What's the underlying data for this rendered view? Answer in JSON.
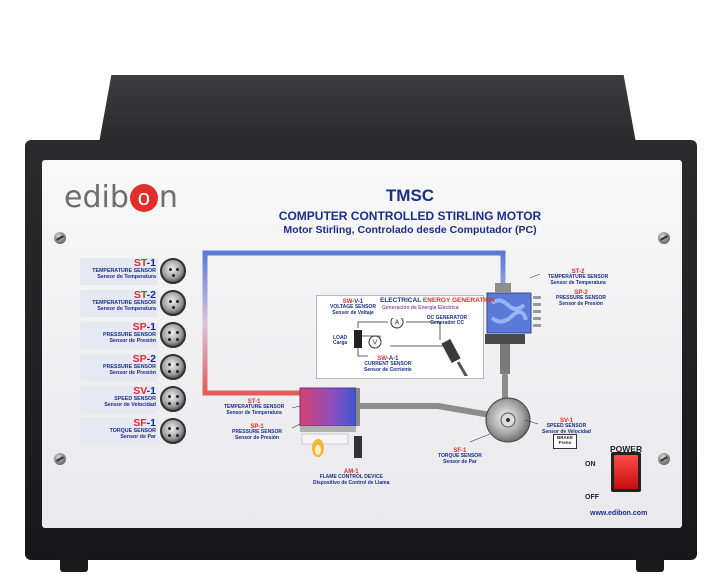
{
  "brand": {
    "logo_left": "edib",
    "logo_o": "o",
    "logo_right": "n"
  },
  "header": {
    "title": "TMSC",
    "subtitle_en": "COMPUTER CONTROLLED STIRLING MOTOR",
    "subtitle_es": "Motor Stirling, Controlado desde Computador (PC)"
  },
  "sensors": [
    {
      "code_prefix": "ST",
      "code_suffix": "-1",
      "name_en": "TEMPERATURE SENSOR",
      "name_es": "Sensor de Temperatura"
    },
    {
      "code_prefix": "ST",
      "code_suffix": "-2",
      "name_en": "TEMPERATURE SENSOR",
      "name_es": "Sensor de Temperatura"
    },
    {
      "code_prefix": "SP",
      "code_suffix": "-1",
      "name_en": "PRESSURE SENSOR",
      "name_es": "Sensor de Presión"
    },
    {
      "code_prefix": "SP",
      "code_suffix": "-2",
      "name_en": "PRESSURE SENSOR",
      "name_es": "Sensor de Presión"
    },
    {
      "code_prefix": "SV",
      "code_suffix": "-1",
      "name_en": "SPEED SENSOR",
      "name_es": "Sensor de Velocidad"
    },
    {
      "code_prefix": "SF",
      "code_suffix": "-1",
      "name_en": "TORQUE SENSOR",
      "name_es": "Sensor de Par"
    }
  ],
  "diagram": {
    "electrical": {
      "title_a": "ELECTRICAL ",
      "title_b": "ENERGY GENERATION",
      "title_es": "Generación de Energía Eléctrica"
    },
    "voltage": {
      "code_prefix": "SW",
      "code_suffix": "-V-1",
      "en": "VOLTAGE SENSOR",
      "es": "Sensor de Voltaje"
    },
    "dc": {
      "en": "DC GENERATOR",
      "es": "Generador CC"
    },
    "load": {
      "en": "LOAD",
      "es": "Carga"
    },
    "current": {
      "code_prefix": "SW",
      "code_suffix": "-A-1",
      "en": "CURRENT SENSOR",
      "es": "Sensor de Corriente"
    },
    "st2": {
      "code": "ST-2",
      "en": "TEMPERATURE SENSOR",
      "es": "Sensor de Temperatura"
    },
    "sp2": {
      "code": "SP-2",
      "en": "PRESSURE SENSOR",
      "es": "Sensor de Presión"
    },
    "st1": {
      "code": "ST-1",
      "en": "TEMPERATURE SENSOR",
      "es": "Sensor de Temperatura"
    },
    "sp1": {
      "code": "SP-1",
      "en": "PRESSURE SENSOR",
      "es": "Sensor de Presión"
    },
    "sv1": {
      "code": "SV-1",
      "en": "SPEED SENSOR",
      "es": "Sensor de Velocidad"
    },
    "sf1": {
      "code": "SF-1",
      "en": "TORQUE SENSOR",
      "es": "Sensor de Par"
    },
    "am1": {
      "code": "AM-1",
      "en": "FLAME CONTROL DEVICE",
      "es": "Dispositivo de Control de Llama"
    },
    "brake": {
      "en": "BRAKE",
      "es": "Freno"
    },
    "meter_v": "V",
    "meter_a": "A"
  },
  "power": {
    "title": "POWER",
    "on": "ON",
    "off": "OFF"
  },
  "footer": {
    "url": "www.edibon.com"
  },
  "colors": {
    "brand_blue": "#1a2f8a",
    "brand_red": "#e22d2d",
    "cabinet": "#1f1f22"
  }
}
